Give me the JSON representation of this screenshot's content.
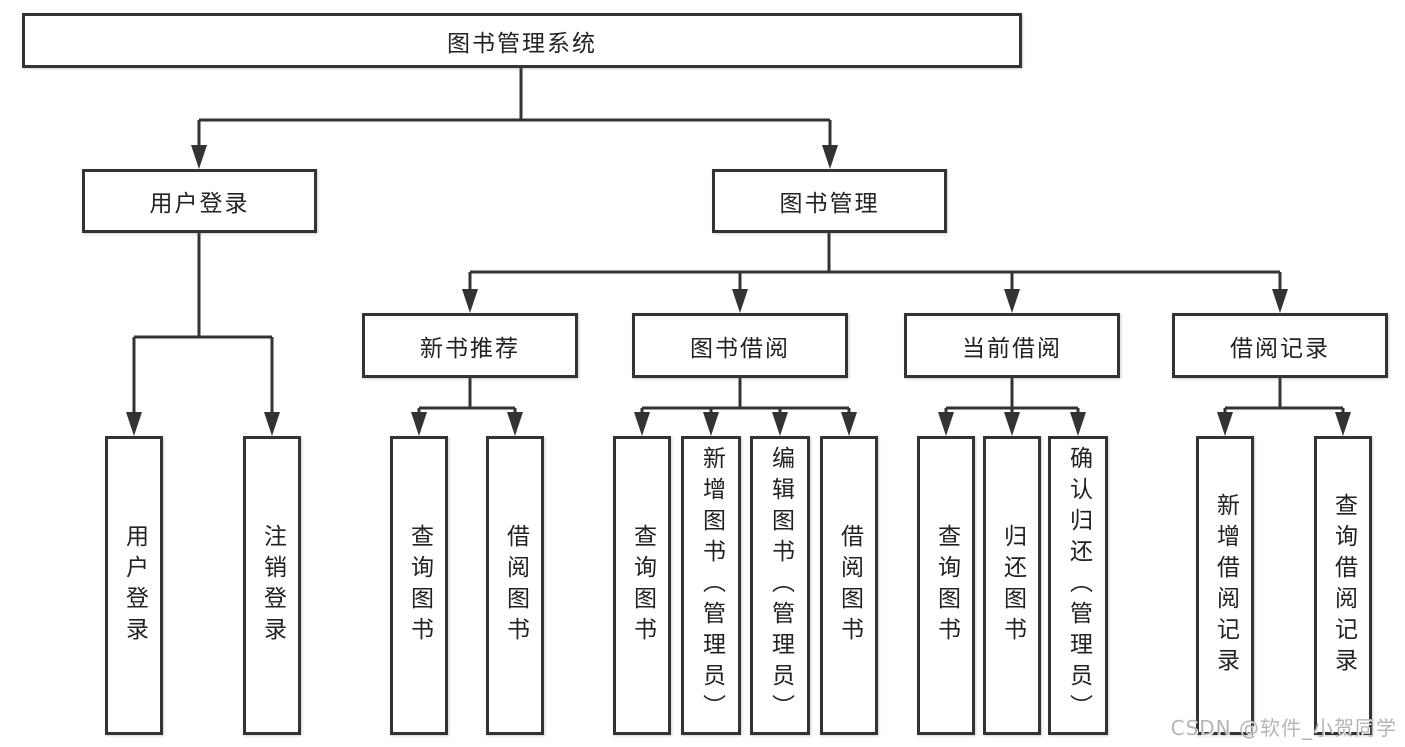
{
  "diagram": {
    "root": "图书管理系统",
    "level2": {
      "user_login": "用户登录",
      "book_mgmt": "图书管理"
    },
    "level3": {
      "new_books": "新书推荐",
      "borrowing": "图书借阅",
      "current": "当前借阅",
      "records": "借阅记录"
    },
    "leaves": {
      "user_login_children": [
        "用户登录",
        "注销登录"
      ],
      "new_books_children": [
        "查询图书",
        "借阅图书"
      ],
      "borrowing_children": [
        "查询图书",
        "新增图书（管理员）",
        "编辑图书（管理员）",
        "借阅图书"
      ],
      "current_children": [
        "查询图书",
        "归还图书",
        "确认归还（管理员）"
      ],
      "records_children": [
        "新增借阅记录",
        "查询借阅记录"
      ]
    }
  },
  "watermark": "CSDN @软件_小贺同学",
  "colors": {
    "line": "#333333",
    "box_background": "#ffffff",
    "text": "#222222",
    "watermark": "#b5b5b5"
  }
}
